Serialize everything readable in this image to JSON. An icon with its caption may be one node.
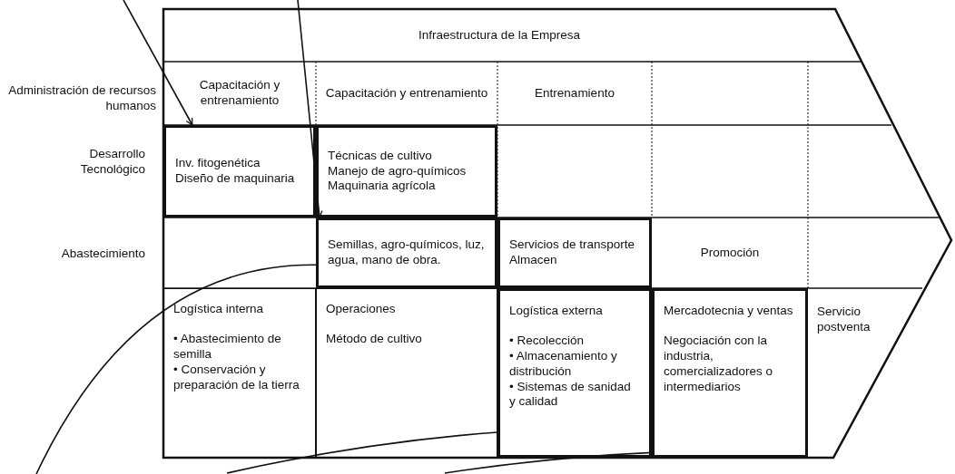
{
  "diagram": {
    "nodes": [
      {
        "text": [
          "Infraestructura de la Empresa"
        ]
      },
      {
        "text": [
          "Capacitación y entrenamiento"
        ]
      },
      {
        "text": [
          "Capacitación y entrenamiento"
        ]
      },
      {
        "text": [
          "Entrenamiento"
        ]
      },
      {
        "text": [
          "Inv. fitogenética",
          "Diseño de maquinaria"
        ]
      },
      {
        "text": [
          "Técnicas de cultivo",
          "Manejo de agro-químicos",
          "Maquinaria agrícola"
        ]
      },
      {
        "text": [
          "Semillas, agro-químicos, luz, agua, mano de obra."
        ]
      },
      {
        "text": [
          "Servicios de transporte",
          "Almacen"
        ]
      },
      {
        "text": [
          "Promoción"
        ]
      },
      {
        "text": [
          "Logística interna",
          "• Abastecimiento de semilla",
          "• Conservación y preparación de la tierra"
        ]
      },
      {
        "text": [
          "Operaciones",
          "Método de cultivo"
        ]
      },
      {
        "text": [
          "Logística externa",
          "• Recolección",
          "• Almacenamiento y distribución",
          "• Sistemas de sanidad y calidad"
        ]
      },
      {
        "text": [
          "Mercadotecnia y ventas",
          "Negociación con la industria, comercializadores o intermediarios"
        ]
      },
      {
        "text": [
          "Servicio postventa"
        ]
      }
    ],
    "edges": [
      {
        "from": null,
        "to": 4,
        "arrow": "to"
      },
      {
        "from": null,
        "to": 6,
        "arrow": "to"
      },
      {
        "from": null,
        "to": 6,
        "arrow": "none"
      },
      {
        "from": null,
        "to": 11,
        "arrow": "none"
      },
      {
        "from": null,
        "to": 12,
        "arrow": "none"
      }
    ],
    "labels": [
      "Administración de recursos humanos",
      "Desarrollo Tecnológico",
      "Abastecimiento"
    ]
  }
}
